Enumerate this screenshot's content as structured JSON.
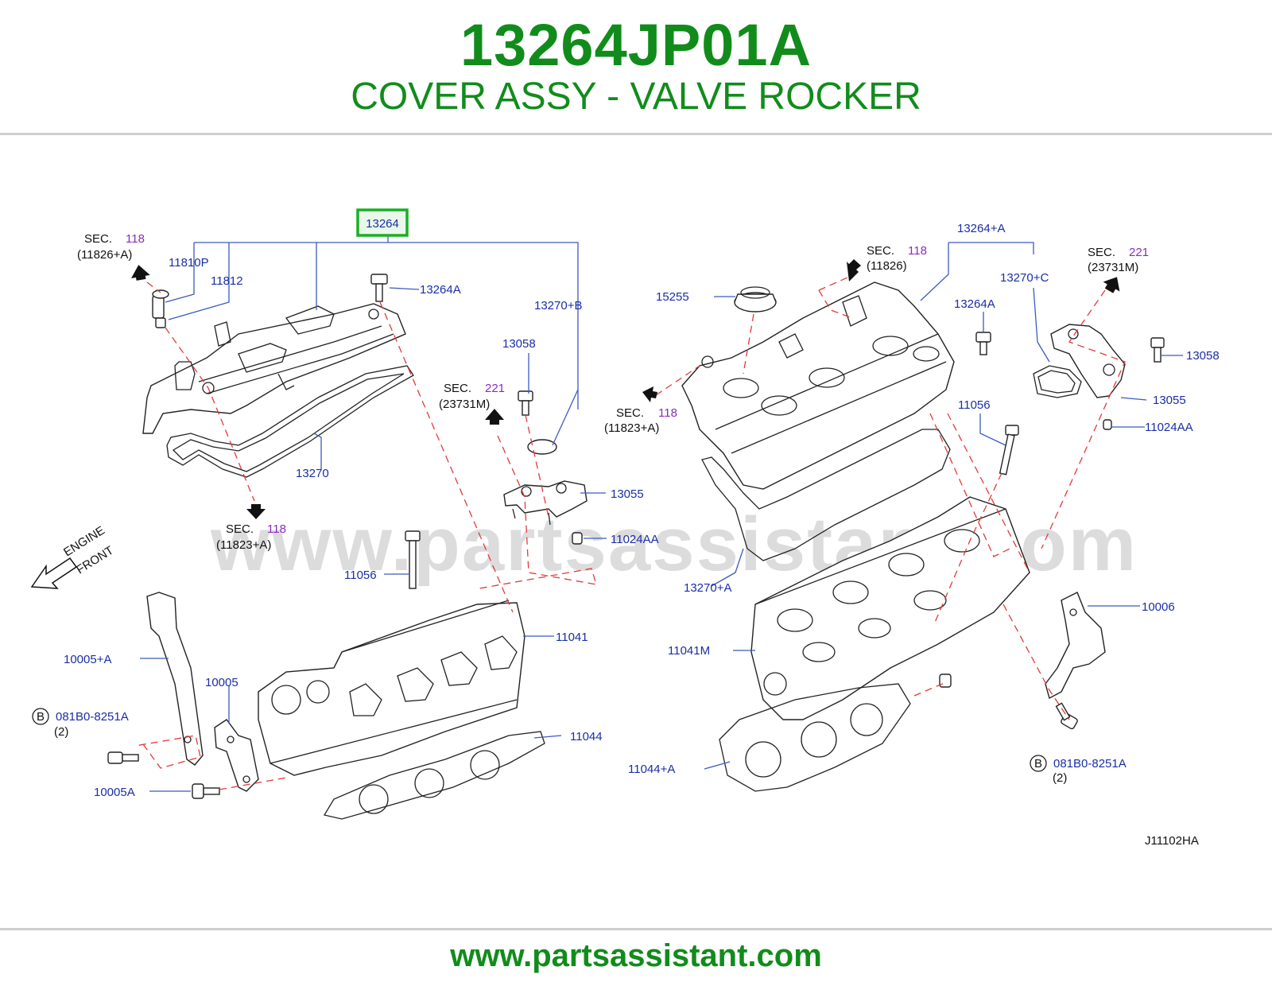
{
  "header": {
    "part_number": "13264JP01A",
    "part_name": "COVER ASSY - VALVE ROCKER"
  },
  "footer": {
    "url": "www.partsassistant.com"
  },
  "watermark": "www.partsassistant.com",
  "diagram": {
    "highlight_color": "#19b024",
    "label_color": "#1a2ea6",
    "leader_color": "#3b5bbf",
    "dash_color": "#e23a3a",
    "sec_color": "#8a2bbd",
    "drawing_code": "J11102HA",
    "highlighted_part": "13264",
    "labels": {
      "p11810P": "11810P",
      "p11812": "11812",
      "p13264A_l": "13264A",
      "p13270B": "13270+B",
      "p13058_l": "13058",
      "p13270": "13270",
      "p13055_l": "13055",
      "p11024AA_l": "11024AA",
      "p11056_l": "11056",
      "p11041": "11041",
      "p10005A_plus": "10005+A",
      "p10005": "10005",
      "p081B0_l": "081B0-8251A",
      "p10005A": "10005A",
      "p11044": "11044",
      "p13264A_r": "13264+A",
      "p13270C": "13270+C",
      "p15255": "15255",
      "p13264A_r2": "13264A",
      "p13058_r": "13058",
      "p13055_r": "13055",
      "p11024AA_r": "11024AA",
      "p11056_r": "11056",
      "p13270A": "13270+A",
      "p10006": "10006",
      "p11041M": "11041M",
      "p11044A": "11044+A",
      "p081B0_r": "081B0-8251A"
    },
    "counts": {
      "left": "(2)",
      "right": "(2)"
    },
    "circle_b": "B",
    "sections": {
      "s1_sec": "SEC.",
      "s1_num": "118",
      "s1_ref": "(11826+A)",
      "s2_sec": "SEC.",
      "s2_num": "118",
      "s2_ref": "(11823+A)",
      "s3_sec": "SEC.",
      "s3_num": "221",
      "s3_ref": "(23731M)",
      "s4_sec": "SEC.",
      "s4_num": "118",
      "s4_ref": "(11826)",
      "s5_sec": "SEC.",
      "s5_num": "118",
      "s5_ref": "(11823+A)",
      "s6_sec": "SEC.",
      "s6_num": "221",
      "s6_ref": "(23731M)"
    },
    "engine_front": {
      "line1": "ENGINE",
      "line2": "FRONT"
    }
  }
}
